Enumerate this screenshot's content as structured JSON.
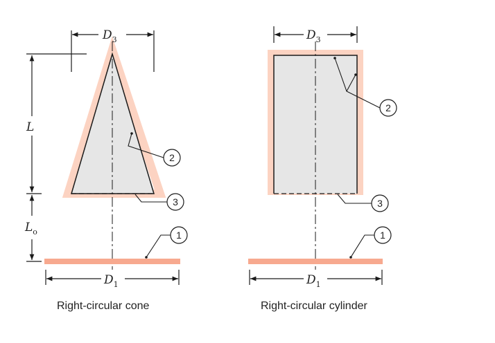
{
  "colors": {
    "surface": "#f7a98f",
    "surface_glow": "#fcd3c2",
    "body_fill": "#e6e6e6",
    "line": "#1a1a1a"
  },
  "cone": {
    "caption": "Right-circular cone",
    "top_dim": {
      "symbol": "D",
      "sub": "3"
    },
    "bottom_dim": {
      "symbol": "D",
      "sub": "1"
    },
    "height_dim": {
      "symbol": "L"
    },
    "offset_dim": {
      "symbol": "L",
      "sub": "o"
    },
    "callouts": [
      "2",
      "3",
      "1"
    ]
  },
  "cylinder": {
    "caption": "Right-circular cylinder",
    "top_dim": {
      "symbol": "D",
      "sub": "3"
    },
    "bottom_dim": {
      "symbol": "D",
      "sub": "1"
    },
    "callouts": [
      "2",
      "3",
      "1"
    ]
  }
}
